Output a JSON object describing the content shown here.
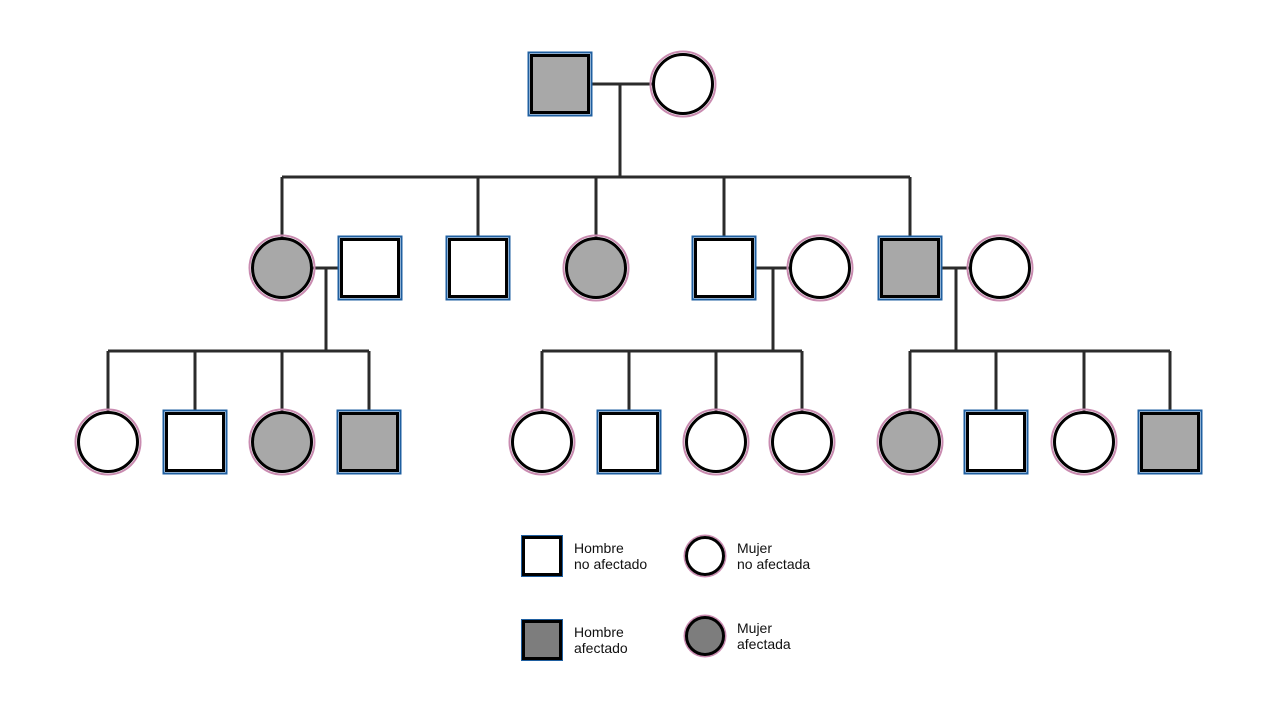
{
  "colors": {
    "line": "#2b2b2b",
    "outline": "#000000",
    "male_ring": "#1f5fa0",
    "female_ring": "#c98bb0",
    "affected_fill": "#a8a8a8",
    "unaffected_fill": "#ffffff",
    "legend_affected_fill": "#7d7d7d"
  },
  "pedigree": {
    "generations": [
      [
        {
          "id": "g1-father",
          "sex": "male",
          "affected": true
        },
        {
          "id": "g1-mother",
          "sex": "female",
          "affected": false
        }
      ],
      [
        {
          "id": "g2-daughter-1",
          "sex": "female",
          "affected": true
        },
        {
          "id": "g2-daughter-1-spouse",
          "sex": "male",
          "affected": false
        },
        {
          "id": "g2-son-1",
          "sex": "male",
          "affected": false
        },
        {
          "id": "g2-daughter-2",
          "sex": "female",
          "affected": true
        },
        {
          "id": "g2-son-2",
          "sex": "male",
          "affected": false
        },
        {
          "id": "g2-son-2-spouse",
          "sex": "female",
          "affected": false
        },
        {
          "id": "g2-son-3",
          "sex": "male",
          "affected": true
        },
        {
          "id": "g2-son-3-spouse",
          "sex": "female",
          "affected": false
        }
      ],
      [
        {
          "id": "g3-a1",
          "sex": "female",
          "affected": false
        },
        {
          "id": "g3-a2",
          "sex": "male",
          "affected": false
        },
        {
          "id": "g3-a3",
          "sex": "female",
          "affected": true
        },
        {
          "id": "g3-a4",
          "sex": "male",
          "affected": true
        },
        {
          "id": "g3-b1",
          "sex": "female",
          "affected": false
        },
        {
          "id": "g3-b2",
          "sex": "male",
          "affected": false
        },
        {
          "id": "g3-b3",
          "sex": "female",
          "affected": false
        },
        {
          "id": "g3-b4",
          "sex": "female",
          "affected": false
        },
        {
          "id": "g3-c1",
          "sex": "female",
          "affected": true
        },
        {
          "id": "g3-c2",
          "sex": "male",
          "affected": false
        },
        {
          "id": "g3-c3",
          "sex": "female",
          "affected": false
        },
        {
          "id": "g3-c4",
          "sex": "male",
          "affected": true
        }
      ]
    ]
  },
  "legend": {
    "male_unaffected": "Hombre\nno afectado",
    "female_unaffected": "Mujer\nno afectada",
    "male_affected": "Hombre\nafectado",
    "female_affected": "Mujer\nafectada"
  }
}
